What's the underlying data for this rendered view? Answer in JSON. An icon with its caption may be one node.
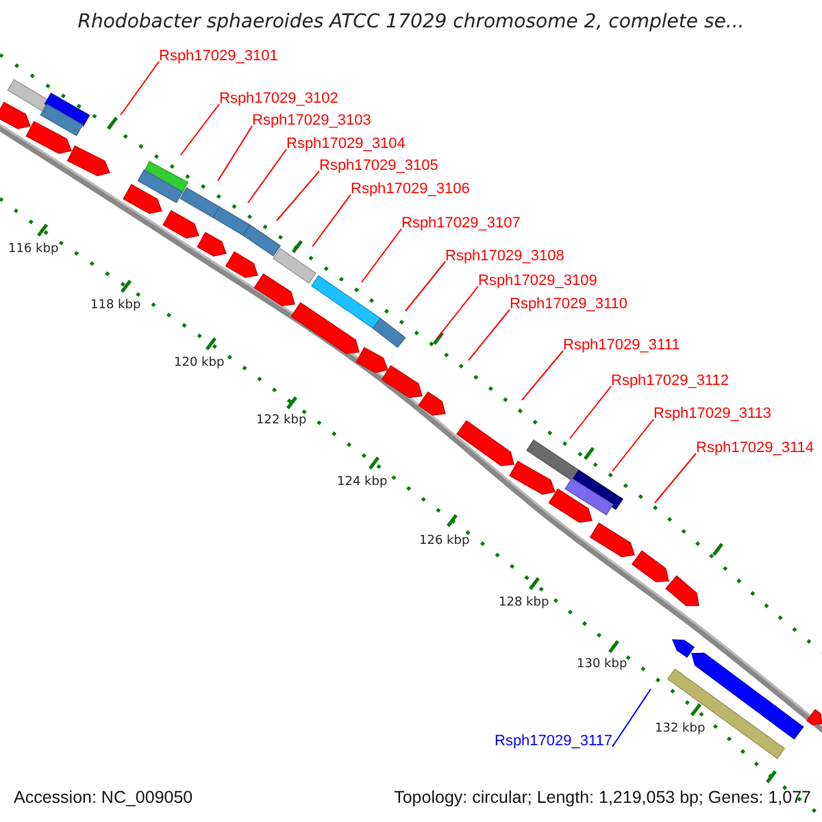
{
  "diagram": {
    "title": "Rhodobacter sphaeroides ATCC 17029 chromosome 2, complete se...",
    "nodes": [
      {
        "text": [
          "Rsph17029_3101"
        ]
      },
      {
        "text": [
          "Rsph17029_3102"
        ]
      },
      {
        "text": [
          "Rsph17029_3103"
        ]
      },
      {
        "text": [
          "Rsph17029_3104"
        ]
      },
      {
        "text": [
          "Rsph17029_3105"
        ]
      },
      {
        "text": [
          "Rsph17029_3106"
        ]
      },
      {
        "text": [
          "Rsph17029_3107"
        ]
      },
      {
        "text": [
          "Rsph17029_3108"
        ]
      },
      {
        "text": [
          "Rsph17029_3109"
        ]
      },
      {
        "text": [
          "Rsph17029_3110"
        ]
      },
      {
        "text": [
          "Rsph17029_3111"
        ]
      },
      {
        "text": [
          "Rsph17029_3112"
        ]
      },
      {
        "text": [
          "Rsph17029_3113"
        ]
      },
      {
        "text": [
          "Rsph17029_3114"
        ]
      },
      {
        "text": [
          "Rsph17029_3117"
        ]
      }
    ],
    "edges": [
      {
        "from": 0,
        "to": null,
        "arrow": "none"
      },
      {
        "from": 1,
        "to": null,
        "arrow": "none"
      },
      {
        "from": 2,
        "to": null,
        "arrow": "none"
      },
      {
        "from": 3,
        "to": null,
        "arrow": "none"
      },
      {
        "from": 4,
        "to": null,
        "arrow": "none"
      },
      {
        "from": 5,
        "to": null,
        "arrow": "none"
      },
      {
        "from": 6,
        "to": null,
        "arrow": "none"
      },
      {
        "from": 7,
        "to": null,
        "arrow": "none"
      },
      {
        "from": 8,
        "to": null,
        "arrow": "none"
      },
      {
        "from": 9,
        "to": null,
        "arrow": "none"
      },
      {
        "from": 10,
        "to": null,
        "arrow": "none"
      },
      {
        "from": 11,
        "to": null,
        "arrow": "none"
      },
      {
        "from": 12,
        "to": null,
        "arrow": "none"
      },
      {
        "from": 13,
        "to": null,
        "arrow": "none"
      },
      {
        "from": 14,
        "to": null,
        "arrow": "none",
        "color": "#0000ff"
      }
    ],
    "labels": [
      "116 kbp",
      "118 kbp",
      "120 kbp",
      "122 kbp",
      "124 kbp",
      "126 kbp",
      "128 kbp",
      "130 kbp",
      "132 kbp",
      "Accession: NC_009050",
      "Topology: circular; Length: 1,219,053 bp; Genes: 1,077"
    ]
  }
}
